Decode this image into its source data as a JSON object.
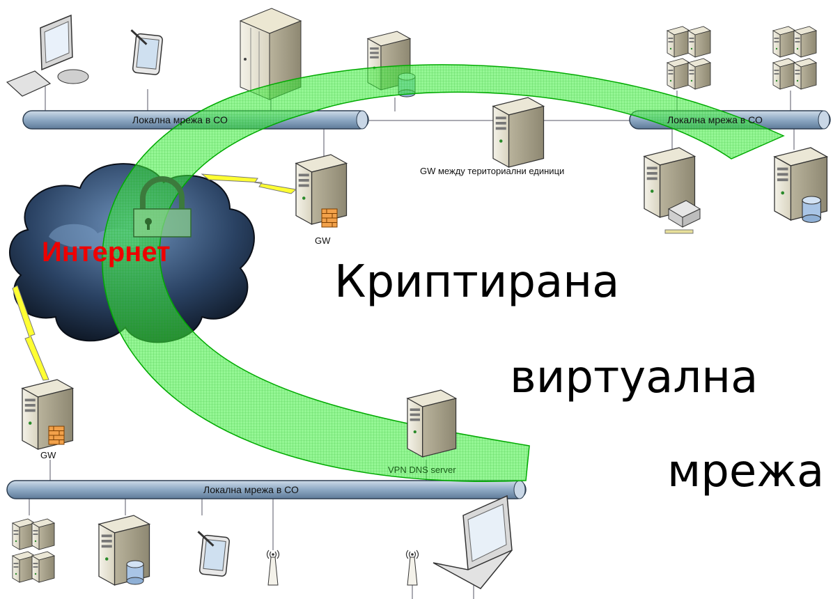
{
  "labels": {
    "lan_top_left": "Локална мрежа в СО",
    "lan_top_right": "Локална мрежа в СО",
    "lan_bottom": "Локална мрежа в СО",
    "gw_between_units": "GW между териториални единици",
    "gw_top": "GW",
    "gw_bottom": "GW",
    "vpn_dns": "VPN DNS server",
    "internet": "Интернет"
  },
  "headline": {
    "line1": "Криптирана",
    "line2": "виртуална",
    "line3": "мрежа"
  },
  "colors": {
    "bus_fill": "#9bb4cc",
    "bus_stroke": "#2e3f52",
    "tunnel_fill": "#33ee33",
    "tunnel_stroke": "#00aa00",
    "cloud": "#1d2f46",
    "cloud_highlight": "#5b7ea8",
    "lightning": "#ffff33",
    "internet_text": "#ee0000"
  },
  "icons": [
    "desktop-pc-icon",
    "tablet-icon",
    "tower-server-icon",
    "db-server-icon",
    "gateway-server-icon",
    "server-stack-icon",
    "printer-server-icon",
    "lock-icon",
    "cloud-icon",
    "wifi-antenna-icon",
    "laptop-icon",
    "lightning-icon"
  ]
}
